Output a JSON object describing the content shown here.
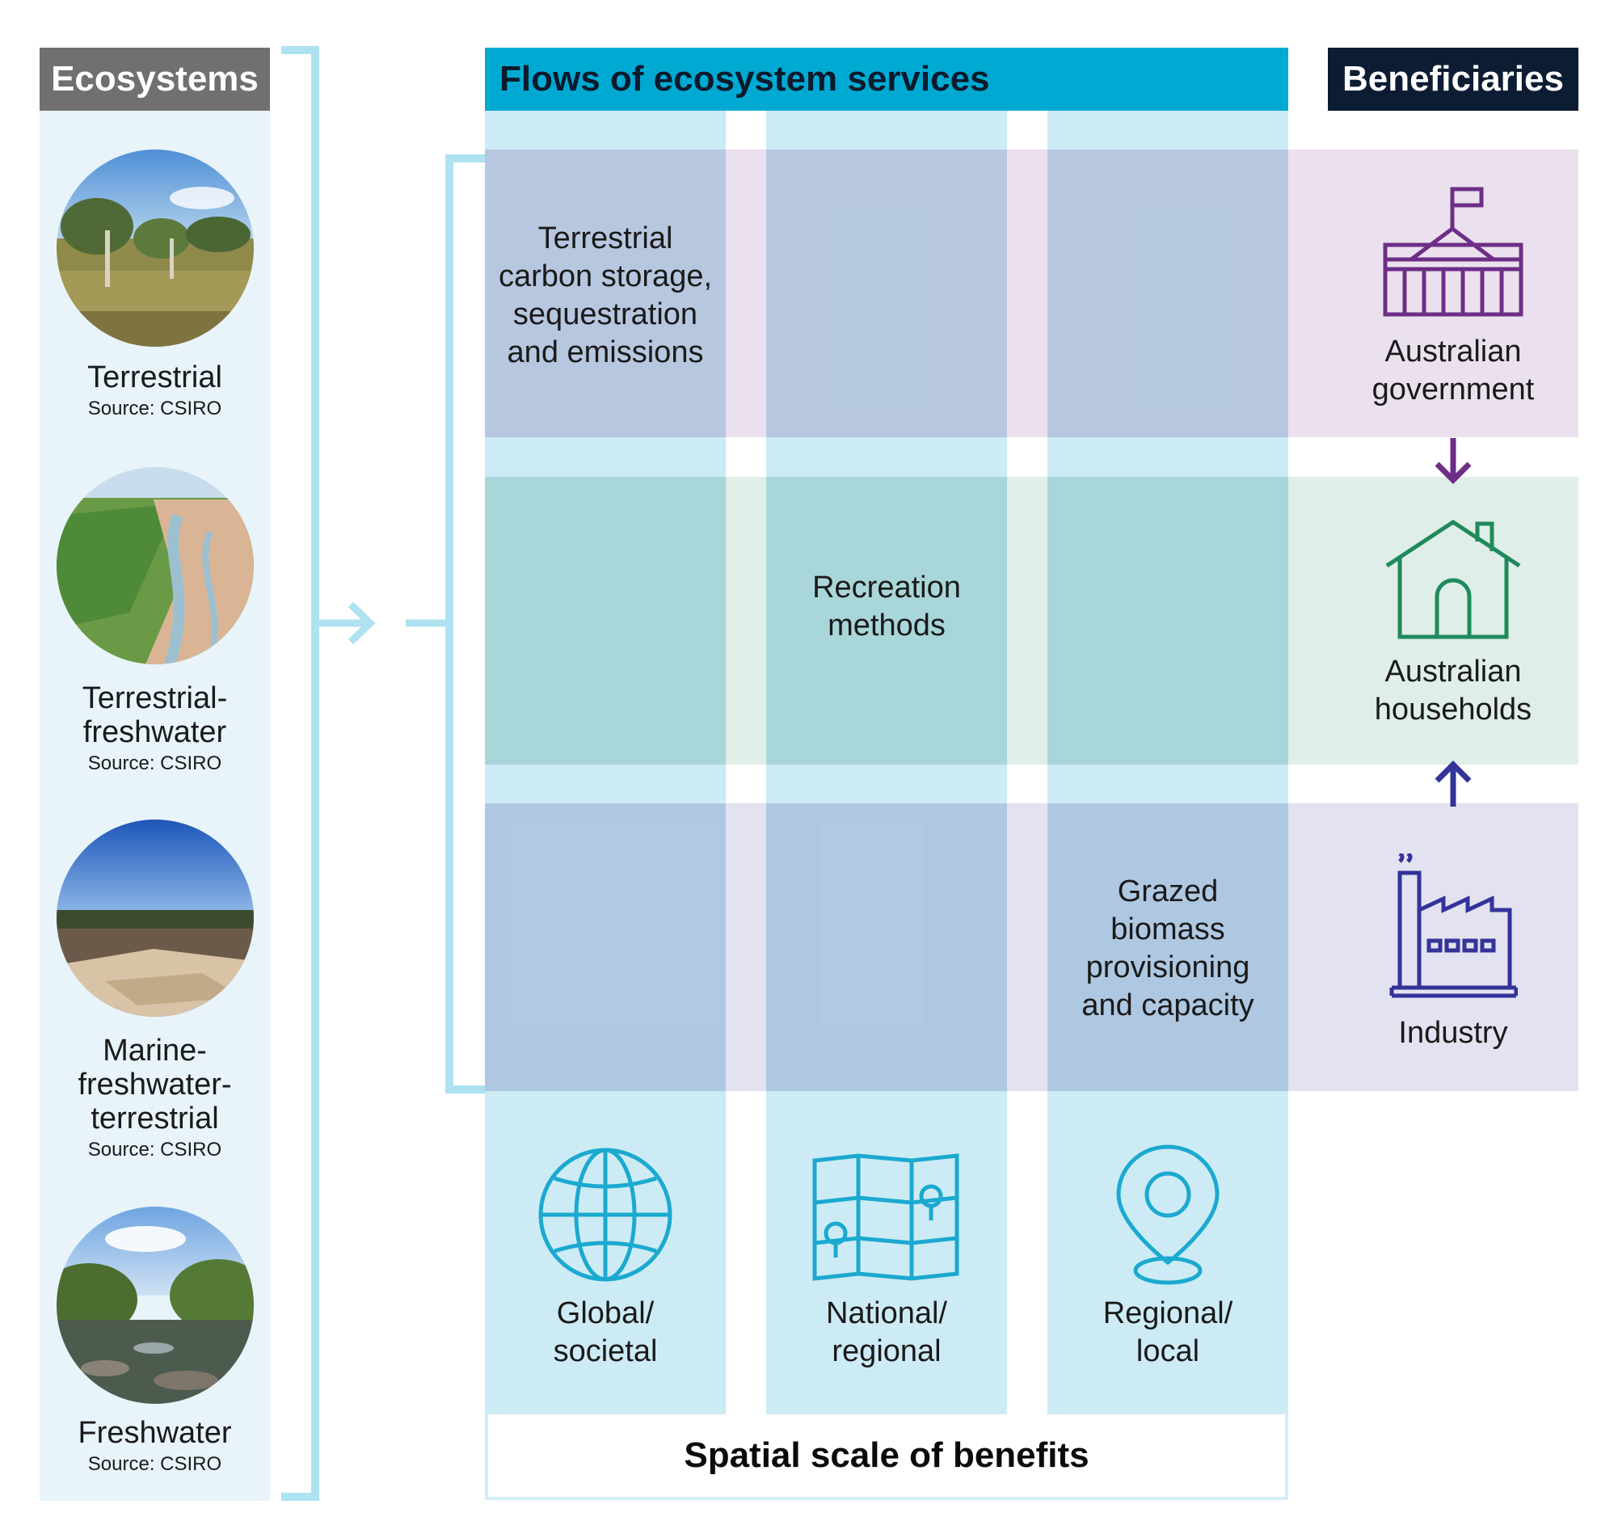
{
  "ecosystems": {
    "header": "Ecosystems",
    "items": [
      {
        "name": "Terrestrial",
        "source": "Source: CSIRO"
      },
      {
        "name": "Terrestrial-\nfreshwater",
        "source": "Source: CSIRO"
      },
      {
        "name": "Marine-\nfreshwater-\nterrestrial",
        "source": "Source: CSIRO"
      },
      {
        "name": "Freshwater",
        "source": "Source: CSIRO"
      }
    ]
  },
  "flows": {
    "header": "Flows of ecosystem services",
    "services": [
      "Terrestrial\ncarbon storage,\nsequestration\nand emissions",
      "Recreation\nmethods",
      "Grazed\nbiomass\nprovisioning\nand capacity"
    ],
    "scales": [
      "Global/\nsocietal",
      "National/\nregional",
      "Regional/\nlocal"
    ],
    "footer": "Spatial scale of benefits"
  },
  "beneficiaries": {
    "header": "Beneficiaries",
    "items": [
      "Australian\ngovernment",
      "Australian\nhouseholds",
      "Industry"
    ]
  },
  "colors": {
    "ecosystems_header": "#707070",
    "flows_header": "#00a9d1",
    "beneficiaries_header": "#0c1d33",
    "column": "#cdebf4",
    "bracket": "#aee2f1",
    "government": "#6e2e87",
    "households": "#1f8a5b",
    "industry": "#33339a",
    "scale_icon": "#1ba9d0"
  },
  "icons": [
    "circle-photo-terrestrial",
    "circle-photo-terrestrial-freshwater",
    "circle-photo-marine-freshwater-terrestrial",
    "circle-photo-freshwater",
    "parliament-icon",
    "house-icon",
    "factory-icon",
    "globe-icon",
    "map-icon",
    "location-pin-icon",
    "arrow-right-icon",
    "arrow-down-icon",
    "arrow-up-icon"
  ]
}
